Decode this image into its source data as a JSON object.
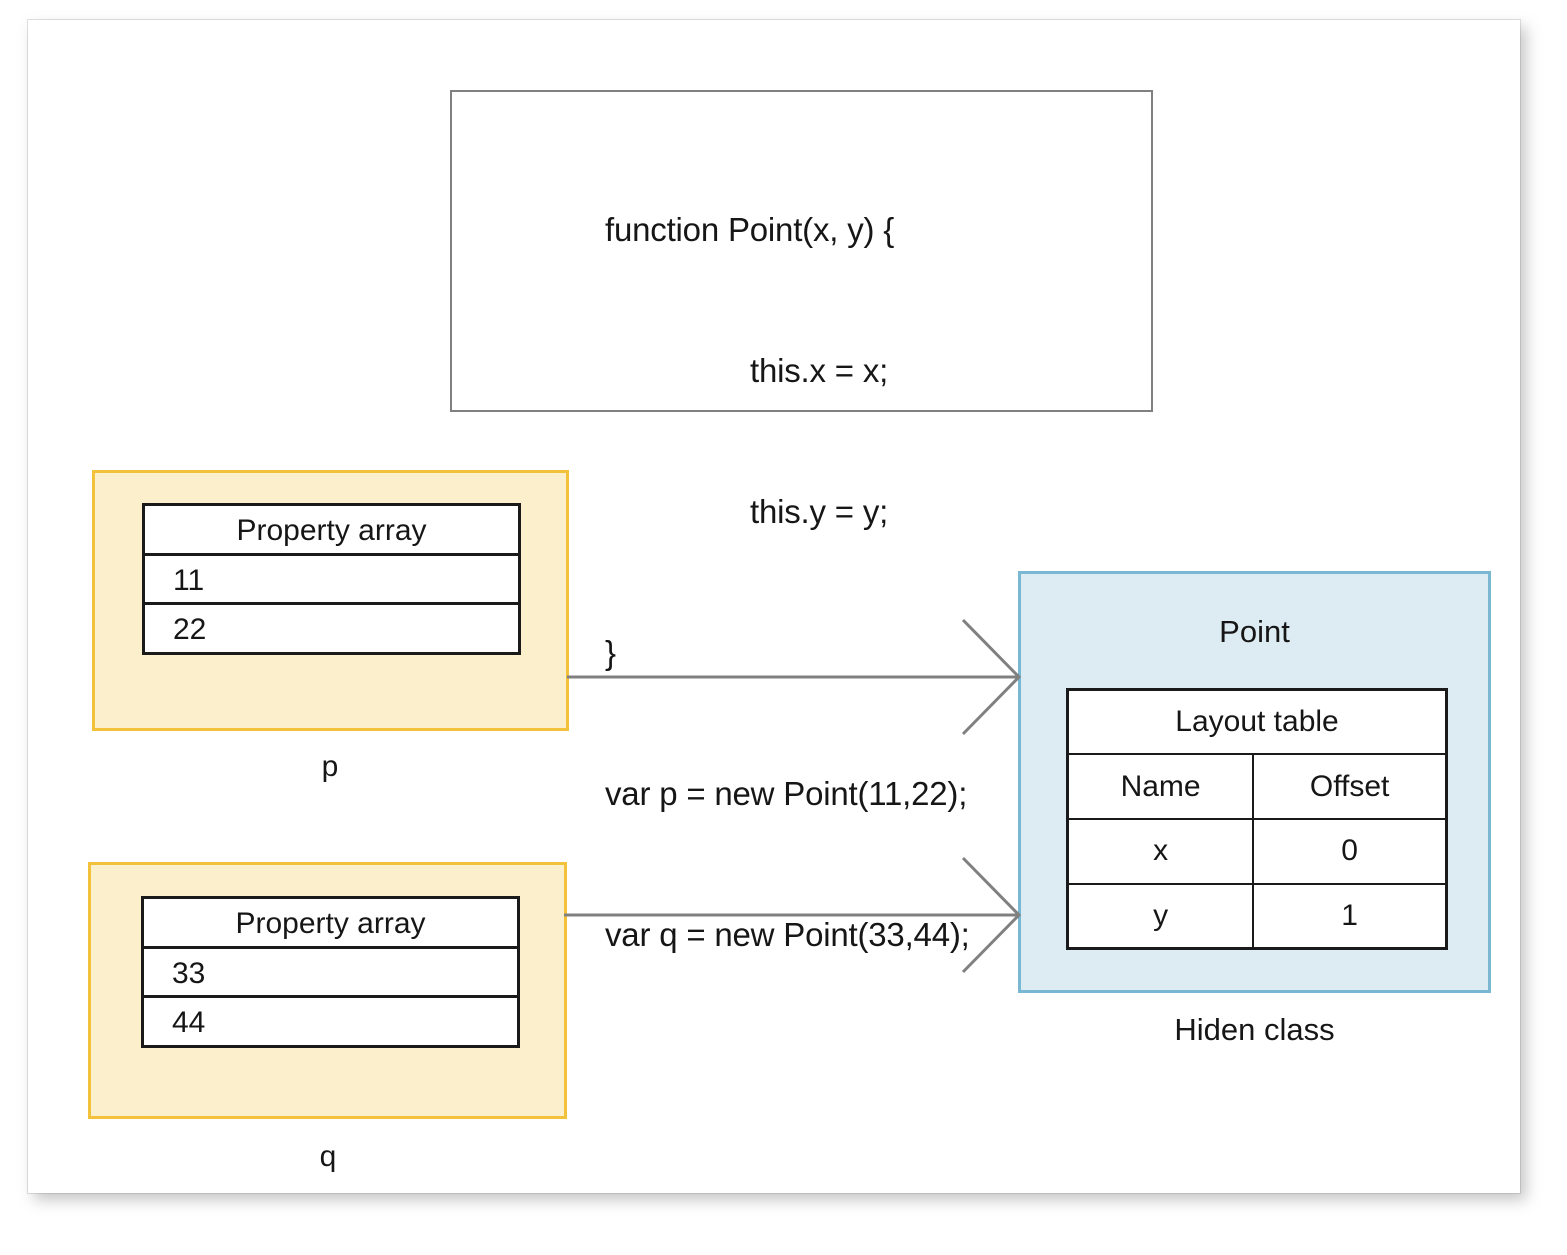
{
  "code_box": {
    "lines": [
      {
        "text": "function Point(x, y) {",
        "indent": false
      },
      {
        "text": "this.x = x;",
        "indent": true
      },
      {
        "text": "this.y = y;",
        "indent": true
      },
      {
        "text": "}",
        "indent": false
      },
      {
        "text": "var p = new Point(11,22);",
        "indent": false
      },
      {
        "text": "var q = new Point(33,44);",
        "indent": false
      }
    ]
  },
  "objects": [
    {
      "caption": "p",
      "table_header": "Property array",
      "values": [
        "11",
        "22"
      ]
    },
    {
      "caption": "q",
      "table_header": "Property array",
      "values": [
        "33",
        "44"
      ]
    }
  ],
  "hidden_class": {
    "title": "Point",
    "caption": "Hiden class",
    "layout_table": {
      "title": "Layout table",
      "columns": [
        "Name",
        "Offset"
      ],
      "rows": [
        [
          "x",
          "0"
        ],
        [
          "y",
          "1"
        ]
      ]
    }
  },
  "arrows": [
    {
      "from": "p",
      "to": "hidden-class"
    },
    {
      "from": "q",
      "to": "hidden-class"
    }
  ],
  "colors": {
    "object_fill": "#FCEFCB",
    "object_border": "#F3C23B",
    "hidden_class_fill": "#DDEBF2",
    "hidden_class_border": "#79B7D2",
    "code_border": "#808080",
    "table_border": "#1A1A1A",
    "arrow": "#808080",
    "text": "#161616",
    "page": "#FFFFFF"
  }
}
